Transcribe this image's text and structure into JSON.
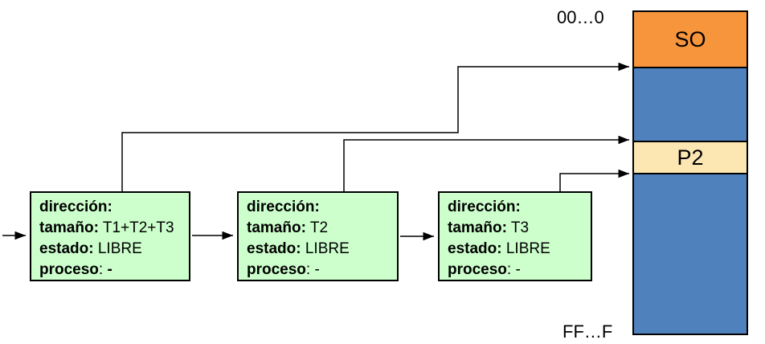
{
  "memory_map": {
    "top_address_label": "00…0",
    "bottom_address_label": "FF…F",
    "segments": [
      {
        "name": "os",
        "label": "SO",
        "color": "#F7953D"
      },
      {
        "name": "free-upper",
        "label": "",
        "color": "#4F81BD"
      },
      {
        "name": "p2",
        "label": "P2",
        "color": "#FCE6B2"
      },
      {
        "name": "free-lower",
        "label": "",
        "color": "#4F81BD"
      }
    ]
  },
  "free_list": {
    "nodes": [
      {
        "rows": [
          {
            "b": "dirección:",
            "r": "",
            "b2": ""
          },
          {
            "b": "tamaño:",
            "r": " T1+T2+T3",
            "b2": ""
          },
          {
            "b": "estado:",
            "r": " LIBRE",
            "b2": ""
          },
          {
            "b": "proceso",
            "r": ": ",
            "b2": "-"
          }
        ]
      },
      {
        "rows": [
          {
            "b": "dirección:",
            "r": "",
            "b2": ""
          },
          {
            "b": "tamaño:",
            "r": " T2",
            "b2": ""
          },
          {
            "b": "estado:",
            "r": " LIBRE",
            "b2": ""
          },
          {
            "b": "proceso",
            "r": ": -",
            "b2": ""
          }
        ]
      },
      {
        "rows": [
          {
            "b": "dirección:",
            "r": "",
            "b2": ""
          },
          {
            "b": "tamaño:",
            "r": " T3",
            "b2": ""
          },
          {
            "b": "estado:",
            "r": " LIBRE",
            "b2": ""
          },
          {
            "b": "proceso",
            "r": ": -",
            "b2": ""
          }
        ]
      }
    ]
  },
  "colors": {
    "node_fill": "#CCFFCC",
    "os_segment": "#F7953D",
    "free_segment": "#4F81BD",
    "p2_segment": "#FCE6B2",
    "line": "#000000"
  }
}
